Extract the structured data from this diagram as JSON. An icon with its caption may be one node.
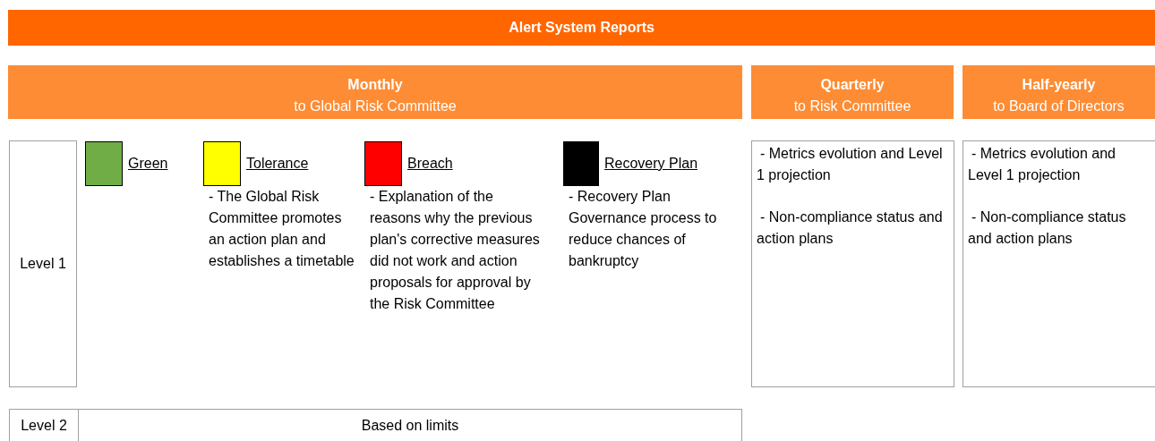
{
  "diagram": {
    "title": "Alert System Reports",
    "nodes": [
      {
        "text": [
          "Monthly",
          "to Global Risk Committee"
        ]
      },
      {
        "text": [
          "Quarterly",
          "to Risk Committee"
        ]
      },
      {
        "text": [
          "Half-yearly",
          "to Board of Directors"
        ]
      },
      {
        "text": [
          "Level 1"
        ]
      },
      {
        "text": [
          "- Metrics evolution and Level 1 projection",
          "- Non-compliance status and action plans"
        ]
      },
      {
        "text": [
          "- Metrics evolution and Level 1 projection",
          "- Non-compliance status and action plans"
        ]
      },
      {
        "text": [
          "Level 2"
        ]
      },
      {
        "text": [
          "Based on limits"
        ]
      }
    ],
    "edges": [],
    "labels": [
      "- The Global Risk Committee promotes an action plan and establishes a timetable",
      "- Explanation of the reasons why the previous plan's corrective measures did not work and action proposals for approval by the Risk Committee",
      "- Recovery Plan Governance process to reduce chances of bankruptcy"
    ],
    "legend": [
      {
        "text": "Green",
        "color": "#70ad47"
      },
      {
        "text": "Tolerance",
        "color": "#ffff00"
      },
      {
        "text": "Breach",
        "color": "#ff0000"
      },
      {
        "text": "Recovery Plan",
        "color": "#000000"
      }
    ]
  }
}
